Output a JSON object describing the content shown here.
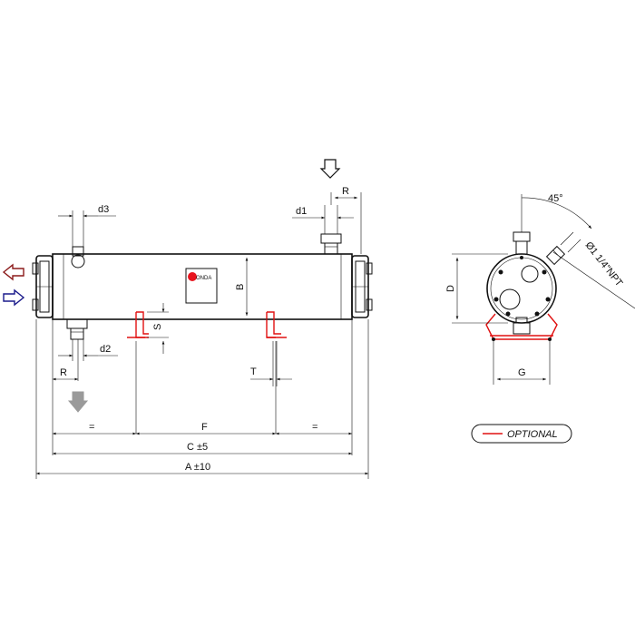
{
  "brand": {
    "name": "ONDA",
    "dot_color": "#e8141e"
  },
  "dimensions": {
    "d1": "d1",
    "d2": "d2",
    "d3": "d3",
    "R": "R",
    "B": "B",
    "S": "S",
    "T": "T",
    "F": "F",
    "equal": "=",
    "C": "C ±5",
    "A": "A ±10",
    "D": "D",
    "G": "G",
    "angle": "45°",
    "thread": "Ø1 1/4\"NPT"
  },
  "legend": {
    "optional": "OPTIONAL",
    "optional_color": "#e01010"
  },
  "arrows": {
    "hot_color": "#8b1a1a",
    "cold_color": "#1a1a8b",
    "drain_color": "#9a9a9a"
  }
}
